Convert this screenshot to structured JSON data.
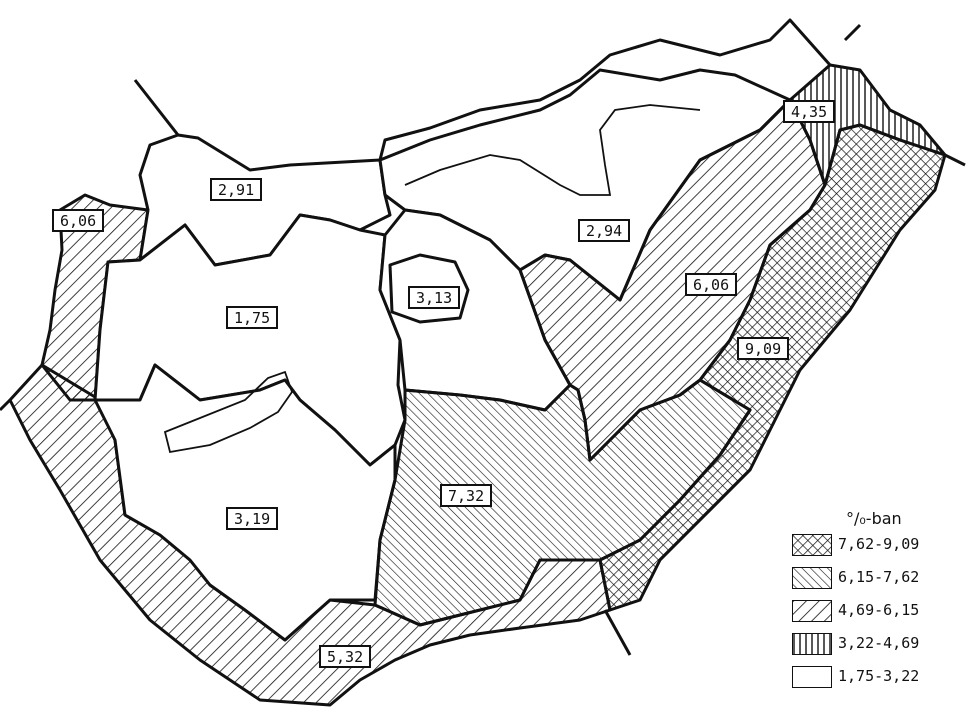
{
  "legend": {
    "title": "°/₀-ban",
    "items": [
      {
        "label": "7,62-9,09",
        "pattern": "cross"
      },
      {
        "label": "6,15-7,62",
        "pattern": "diag-dense"
      },
      {
        "label": "4,69-6,15",
        "pattern": "diag-wide"
      },
      {
        "label": "3,22-4,69",
        "pattern": "vertical"
      },
      {
        "label": "1,75-3,22",
        "pattern": "none"
      }
    ]
  },
  "regions": [
    {
      "id": "nw-west",
      "value": "6,06",
      "pattern": "diag-wide"
    },
    {
      "id": "north-west",
      "value": "2,91",
      "pattern": "none"
    },
    {
      "id": "west-center",
      "value": "1,75",
      "pattern": "none"
    },
    {
      "id": "capital",
      "value": "3,13",
      "pattern": "none"
    },
    {
      "id": "north-center",
      "value": "2,94",
      "pattern": "none"
    },
    {
      "id": "northeast-corner",
      "value": "4,35",
      "pattern": "vertical"
    },
    {
      "id": "east-north",
      "value": "6,06",
      "pattern": "diag-wide"
    },
    {
      "id": "east",
      "value": "9,09",
      "pattern": "cross"
    },
    {
      "id": "great-plain",
      "value": "7,32",
      "pattern": "diag-dense"
    },
    {
      "id": "south-west",
      "value": "3,19",
      "pattern": "none"
    },
    {
      "id": "south",
      "value": "5,32",
      "pattern": "diag-wide"
    }
  ],
  "colors": {
    "ink": "#111111",
    "paper": "#ffffff"
  }
}
